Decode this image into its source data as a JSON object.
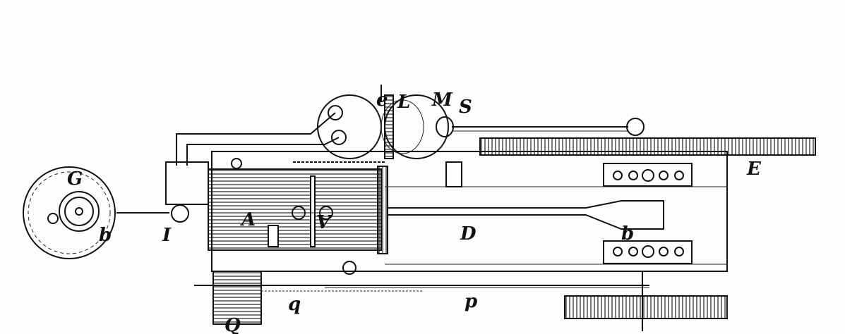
{
  "figure": {
    "labels": {
      "G": "G",
      "b_left": "b",
      "I": "I",
      "A": "A",
      "V": "V",
      "D": "D",
      "b_right": "b",
      "E": "E",
      "e": "e",
      "L": "L",
      "M": "M",
      "S": "S",
      "Q": "Q",
      "q": "q",
      "p": "p"
    },
    "colors": {
      "ink": "#111111",
      "paper": "#fdfdfb"
    }
  }
}
